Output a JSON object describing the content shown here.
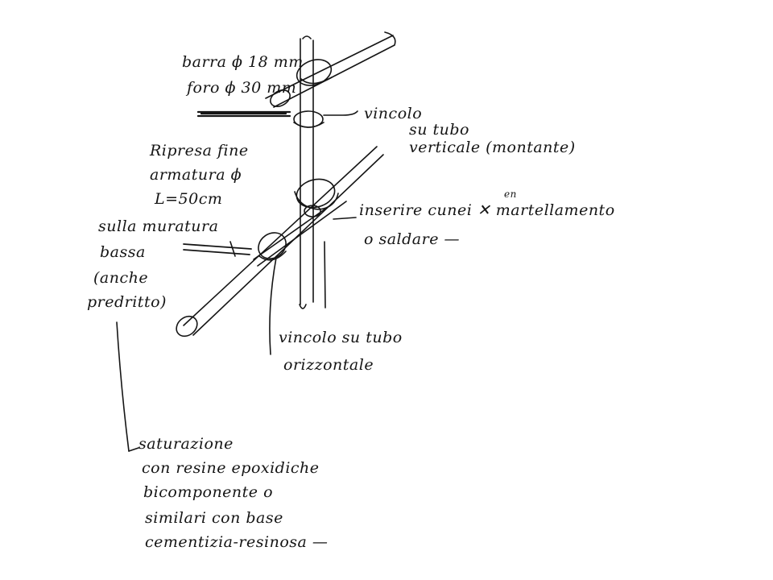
{
  "sketch": {
    "ink_color": "#151515",
    "paper_color": "#ffffff",
    "annotations": {
      "bar_top": "barra ϕ 18 mm",
      "bar_hole": "foro ϕ 30 mm",
      "binding_vertical_1": "vincolo",
      "binding_vertical_2": "su tubo",
      "binding_vertical_3": "verticale (montante)",
      "anchor_1": "Ripresa fine",
      "anchor_2": "armatura ϕ",
      "anchor_3": "L=50cm",
      "anchor_4": "sulla muratura",
      "anchor_5": "bassa",
      "anchor_6": "(anche",
      "anchor_7": "predritto)",
      "wedges_sup": "en",
      "wedges_1": "inserire cunei ✕ martellamento",
      "wedges_2": "o saldare —",
      "binding_horizontal_1": "vincolo su tubo",
      "binding_horizontal_2": "orizzontale",
      "saturation_1": "saturazione",
      "saturation_2": "con resine epoxidiche",
      "saturation_3": "bicomponente o",
      "saturation_4": "similari con base",
      "saturation_5": "cementizia-resinosa —"
    }
  }
}
